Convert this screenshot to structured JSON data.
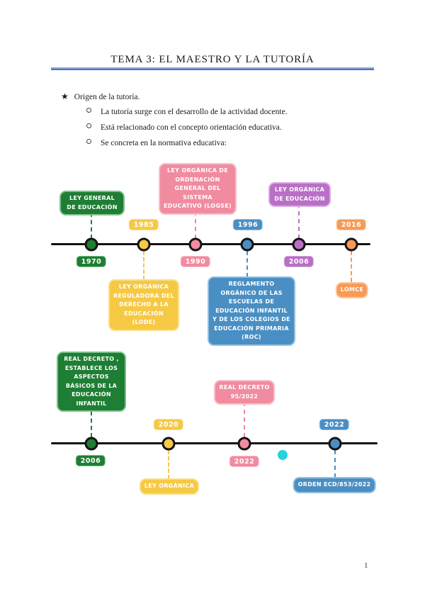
{
  "document": {
    "title": "TEMA 3: EL MAESTRO Y LA TUTORÍA",
    "page_number": "1"
  },
  "notes": {
    "heading": "Origen de la tutoría.",
    "items": [
      "La tutoría surge con el desarrollo de la actividad docente.",
      "Está relacionado con el concepto orientación educativa.",
      "Se concreta en la normativa educativa:"
    ]
  },
  "colors": {
    "accent_rule": "#4d74b8",
    "green": "#1e7e33",
    "yellow": "#f6c945",
    "pink": "#f18ba0",
    "blue": "#4a8fc4",
    "purple": "#b96fc6",
    "orange": "#f89a56",
    "cyan": "#24d3dc",
    "axis": "#121212"
  },
  "timeline_laws": {
    "events": [
      {
        "year": "1970",
        "label": "LEY GENERAL DE EDUCACIÓN",
        "color": "#1e7e33",
        "label_position": "above"
      },
      {
        "year": "1985",
        "label": "LEY ORGÁNICA REGULADORA DEL DERECHO A LA EDUCACIÓN (LODE)",
        "color": "#f6c945",
        "label_position": "below"
      },
      {
        "year": "1990",
        "label": "LEY ORGÁNICA DE ORDENACIÓN GENERAL DEL SISTEMA EDUCATIVO (LOGSE)",
        "color": "#f18ba0",
        "label_position": "above"
      },
      {
        "year": "1996",
        "label": "REGLAMENTO ORGÁNICO DE LAS ESCUELAS DE EDUCACIÓN INFANTIL Y DE LOS COLEGIOS DE EDUCACIÓN PRIMARIA (ROC)",
        "color": "#4a8fc4",
        "label_position": "below"
      },
      {
        "year": "2006",
        "label": "LEY ORGÁNICA DE EDUCACIÓN",
        "color": "#b96fc6",
        "label_position": "above"
      },
      {
        "year": "2016",
        "label": "LOMCE",
        "color": "#f89a56",
        "label_position": "below"
      }
    ]
  },
  "timeline_decrees": {
    "events": [
      {
        "year": "2006",
        "label": "REAL DECRETO , ESTABLECE LOS ASPECTOS BÁSICOS DE LA EDUCACIÓN INFANTIL",
        "color": "#1e7e33",
        "label_position": "above"
      },
      {
        "year": "2020",
        "label": "LEY ORGÁNICA",
        "color": "#f6c945",
        "label_position": "below"
      },
      {
        "year": "2022",
        "label": "REAL DECRETO 95/2022",
        "color": "#f18ba0",
        "label_position": "above"
      },
      {
        "year": "2022",
        "label": "ORDEN ECD/853/2022",
        "color": "#4a8fc4",
        "label_position": "below"
      }
    ],
    "unlabeled_marker_color": "#24d3dc"
  }
}
